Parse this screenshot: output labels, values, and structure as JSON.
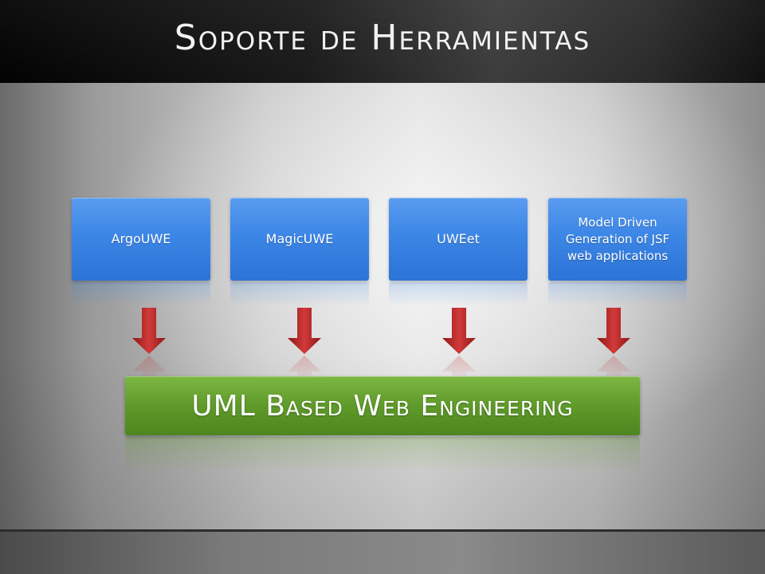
{
  "slide": {
    "title": "Soporte de Herramientas"
  },
  "tools": [
    {
      "label": "ArgoUWE"
    },
    {
      "label": "MagicUWE"
    },
    {
      "label": "UWEet"
    },
    {
      "label": "Model Driven Generation of JSF web applications"
    }
  ],
  "foundation": {
    "label": "UML Based Web Engineering"
  },
  "colors": {
    "tool_box": "#3c86e6",
    "foundation_bar": "#5f9a2a",
    "arrow": "#b02424"
  },
  "icons": {
    "arrow": "arrow-down-icon"
  }
}
